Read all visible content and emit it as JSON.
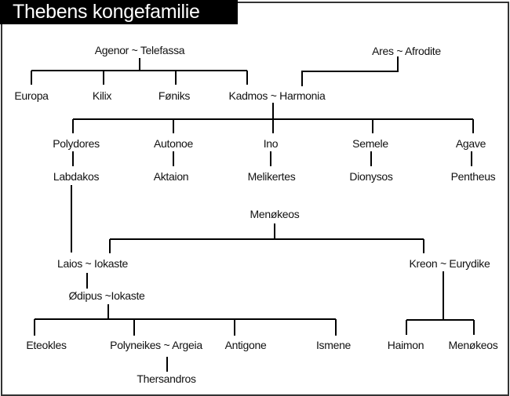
{
  "title": "Thebens kongefamilie",
  "people": {
    "agenor": "Agenor ~ Telefassa",
    "ares": "Ares ~ Afrodite",
    "europa": "Europa",
    "kilix": "Kilix",
    "foniks": "Føniks",
    "kadmos": "Kadmos ~ Harmonia",
    "polydores": "Polydores",
    "autonoe": "Autonoe",
    "ino": "Ino",
    "semele": "Semele",
    "agave": "Agave",
    "labdakos": "Labdakos",
    "aktaion": "Aktaion",
    "melikertes": "Melikertes",
    "dionysos": "Dionysos",
    "pentheus": "Pentheus",
    "menokeos": "Menøkeos",
    "laios": "Laios ~ Iokaste",
    "kreon": "Kreon ~ Eurydike",
    "odipus": "Ødipus ~Iokaste",
    "eteokles": "Eteokles",
    "polyneikes": "Polyneikes ~ Argeia",
    "antigone": "Antigone",
    "ismene": "Ismene",
    "haimon": "Haimon",
    "menokeos2": "Menøkeos",
    "thersandros": "Thersandros"
  }
}
